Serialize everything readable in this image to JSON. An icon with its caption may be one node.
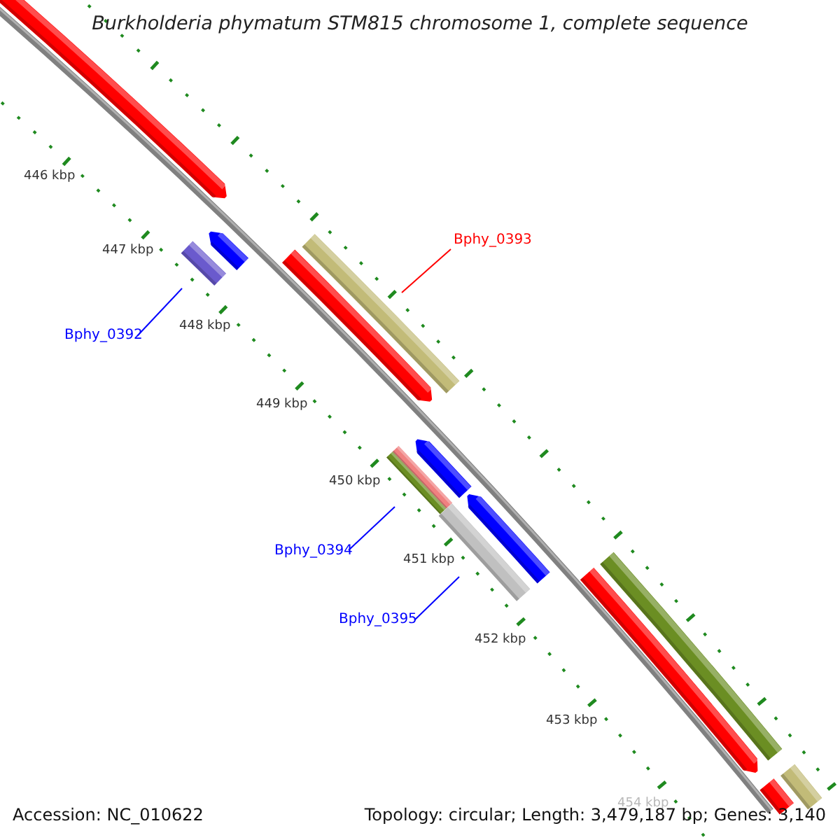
{
  "diagram": {
    "title": "Burkholderia phymatum STM815 chromosome 1, complete sequence",
    "nodes": [
      {
        "text": [],
        "shape": "arrow"
      },
      {
        "text": [],
        "shape": "arrow"
      },
      {
        "text": [],
        "shape": "bar"
      },
      {
        "text": [],
        "shape": "arrow"
      },
      {
        "text": [],
        "shape": "bar"
      },
      {
        "text": [],
        "shape": "arrow"
      },
      {
        "text": [],
        "shape": "bar"
      },
      {
        "text": [],
        "shape": "bar"
      },
      {
        "text": [],
        "shape": "arrow"
      },
      {
        "text": [],
        "shape": "bar"
      },
      {
        "text": [],
        "shape": "arrow"
      },
      {
        "text": [],
        "shape": "bar"
      },
      {
        "text": [],
        "shape": "bar"
      },
      {
        "text": [],
        "shape": "bar"
      },
      {
        "text": [
          "Bphy_0392"
        ]
      },
      {
        "text": [
          "Bphy_0393"
        ]
      },
      {
        "text": [
          "Bphy_0394"
        ]
      },
      {
        "text": [
          "Bphy_0395"
        ]
      }
    ],
    "edges": [
      {
        "from": 15,
        "to": 3,
        "arrow": "none",
        "color": "#ff0000"
      },
      {
        "from": 14,
        "to": 2,
        "arrow": "none"
      },
      {
        "from": 16,
        "to": 7,
        "arrow": "none"
      },
      {
        "from": 17,
        "to": 9,
        "arrow": "none"
      }
    ],
    "labels": [
      "446 kbp",
      "447 kbp",
      "448 kbp",
      "449 kbp",
      "450 kbp",
      "451 kbp",
      "452 kbp",
      "453 kbp",
      "454 kbp",
      "Accession: NC_010622",
      "Topology: circular; Length: 3,479,187 bp; Genes: 3,140"
    ]
  }
}
